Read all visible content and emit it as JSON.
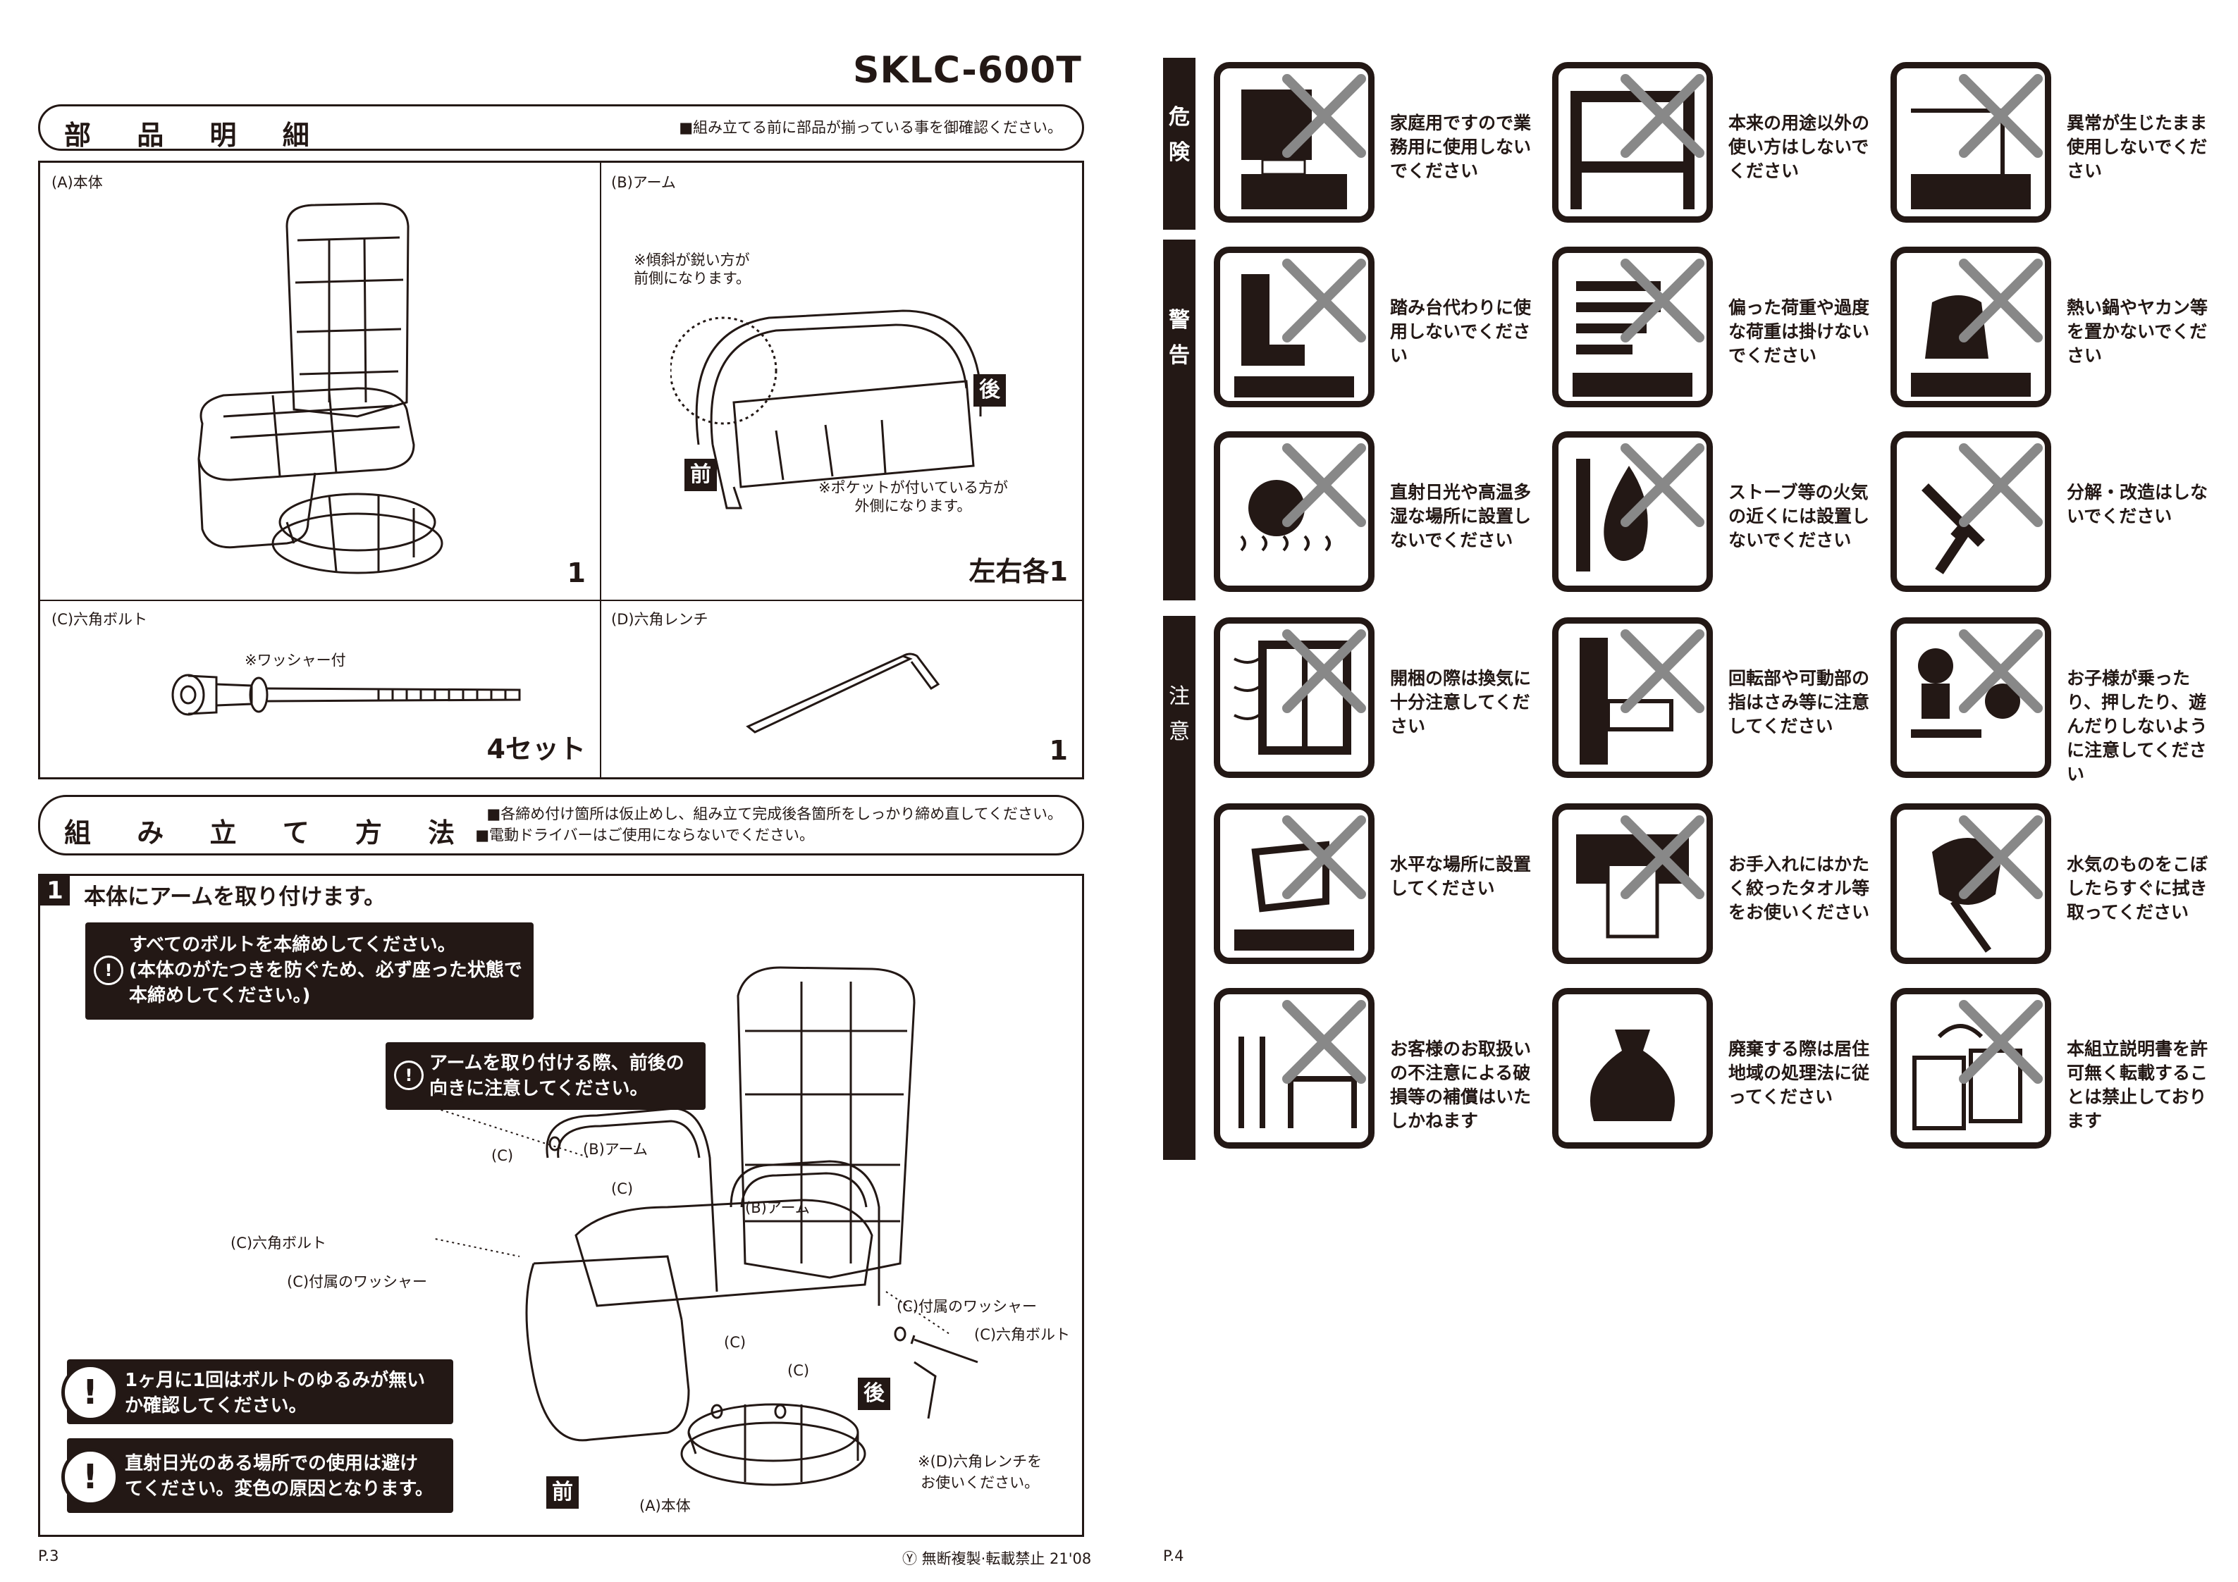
{
  "model": "SKLC-600T",
  "parts": {
    "title": "部 品 明 細",
    "note": "■組み立てる前に部品が揃っている事を御確認ください。",
    "a": {
      "label": "(A)本体",
      "qty": "1"
    },
    "b": {
      "label": "(B)アーム",
      "note1": "※傾斜が鋭い方が\n前側になります。",
      "note2": "※ポケットが付いている方が\n外側になります。",
      "front": "前",
      "back": "後",
      "qty": "左右各1"
    },
    "c": {
      "label": "(C)六角ボルト",
      "note": "※ワッシャー付",
      "qty": "4セット"
    },
    "d": {
      "label": "(D)六角レンチ",
      "qty": "1"
    }
  },
  "assembly": {
    "title": "組 み 立 て 方 法",
    "note1": "■各締め付け箇所は仮止めし、組み立て完成後各箇所をしっかり締め直してください。",
    "note2": "■電動ドライバーはご使用にならないでください。",
    "step_no": "1",
    "step_title": "本体にアームを取り付けます。",
    "callout1": "すべてのボルトを本締めしてください。\n(本体のがたつきを防ぐため、必ず座った状態で\n本締めしてください。)",
    "callout2": "アームを取り付ける際、前後の\n向きに注意してください。",
    "callout3": "1ヶ月に1回はボルトのゆるみが無い\nか確認してください。",
    "callout4": "直射日光のある場所での使用は避け\nてください。変色の原因となります。",
    "labels": {
      "c1": "(C)",
      "b_arm1": "(B)アーム",
      "c2": "(C)",
      "c_bolt_left": "(C)六角ボルト",
      "c_washer_left": "(C)付属のワッシャー",
      "b_arm2": "(B)アーム",
      "c_washer_right": "(C)付属のワッシャー",
      "c_bolt_right": "(C)六角ボルト",
      "c3": "(C)",
      "c4": "(C)",
      "back": "後",
      "front": "前",
      "wrench_note": "※(D)六角レンチを\nお使いください。",
      "body": "(A)本体"
    }
  },
  "footer": {
    "page_left": "P.3",
    "copyright": "Ⓨ 無断複製·転載禁止 21'08",
    "page_right": "P.4"
  },
  "safety": {
    "danger_label": "危\n険",
    "warning_label": "警\n告",
    "caution_label": "注\n意",
    "items": [
      {
        "icon": "shop-sale-icon",
        "text": "家庭用ですので業務用に使用しないでください"
      },
      {
        "icon": "misuse-frame-icon",
        "text": "本来の用途以外の使い方はしないでください"
      },
      {
        "icon": "abnormal-spark-icon",
        "text": "異常が生じたまま使用しないでください"
      },
      {
        "icon": "boot-step-icon",
        "text": "踏み台代わりに使用しないでください"
      },
      {
        "icon": "uneven-load-icon",
        "text": "偏った荷重や過度な荷重は掛けないでください"
      },
      {
        "icon": "hot-kettle-icon",
        "text": "熱い鍋やヤカン等を置かないでください"
      },
      {
        "icon": "sun-humid-icon",
        "text": "直射日光や高温多湿な場所に設置しないでください"
      },
      {
        "icon": "fire-stove-icon",
        "text": "ストーブ等の火気の近くには設置しないでください"
      },
      {
        "icon": "tools-disassemble-icon",
        "text": "分解・改造はしないでください"
      },
      {
        "icon": "ventilation-window-icon",
        "text": "開梱の際は換気に十分注意してください"
      },
      {
        "icon": "hand-pinch-icon",
        "text": "回転部や可動部の指はさみ等に注意してください"
      },
      {
        "icon": "children-play-icon",
        "text": "お子様が乗ったり、押したり、遊んだりしないように注意してください"
      },
      {
        "icon": "level-surface-icon",
        "text": "水平な場所に設置してください"
      },
      {
        "icon": "hand-towel-icon",
        "text": "お手入れにはかたく絞ったタオル等をお使いください"
      },
      {
        "icon": "wipe-spill-icon",
        "text": "水気のものをこぼしたらすぐに拭き取ってください"
      },
      {
        "icon": "tools-liability-icon",
        "text": "お客様のお取扱いの不注意による破損等の補償はいたしかねます"
      },
      {
        "icon": "disposal-bag-icon",
        "text": "廃棄する際は居住地域の処理法に従ってください"
      },
      {
        "icon": "copy-prohibit-icon",
        "text": "本組立説明書を許可無く転載することは禁止しております"
      }
    ]
  }
}
